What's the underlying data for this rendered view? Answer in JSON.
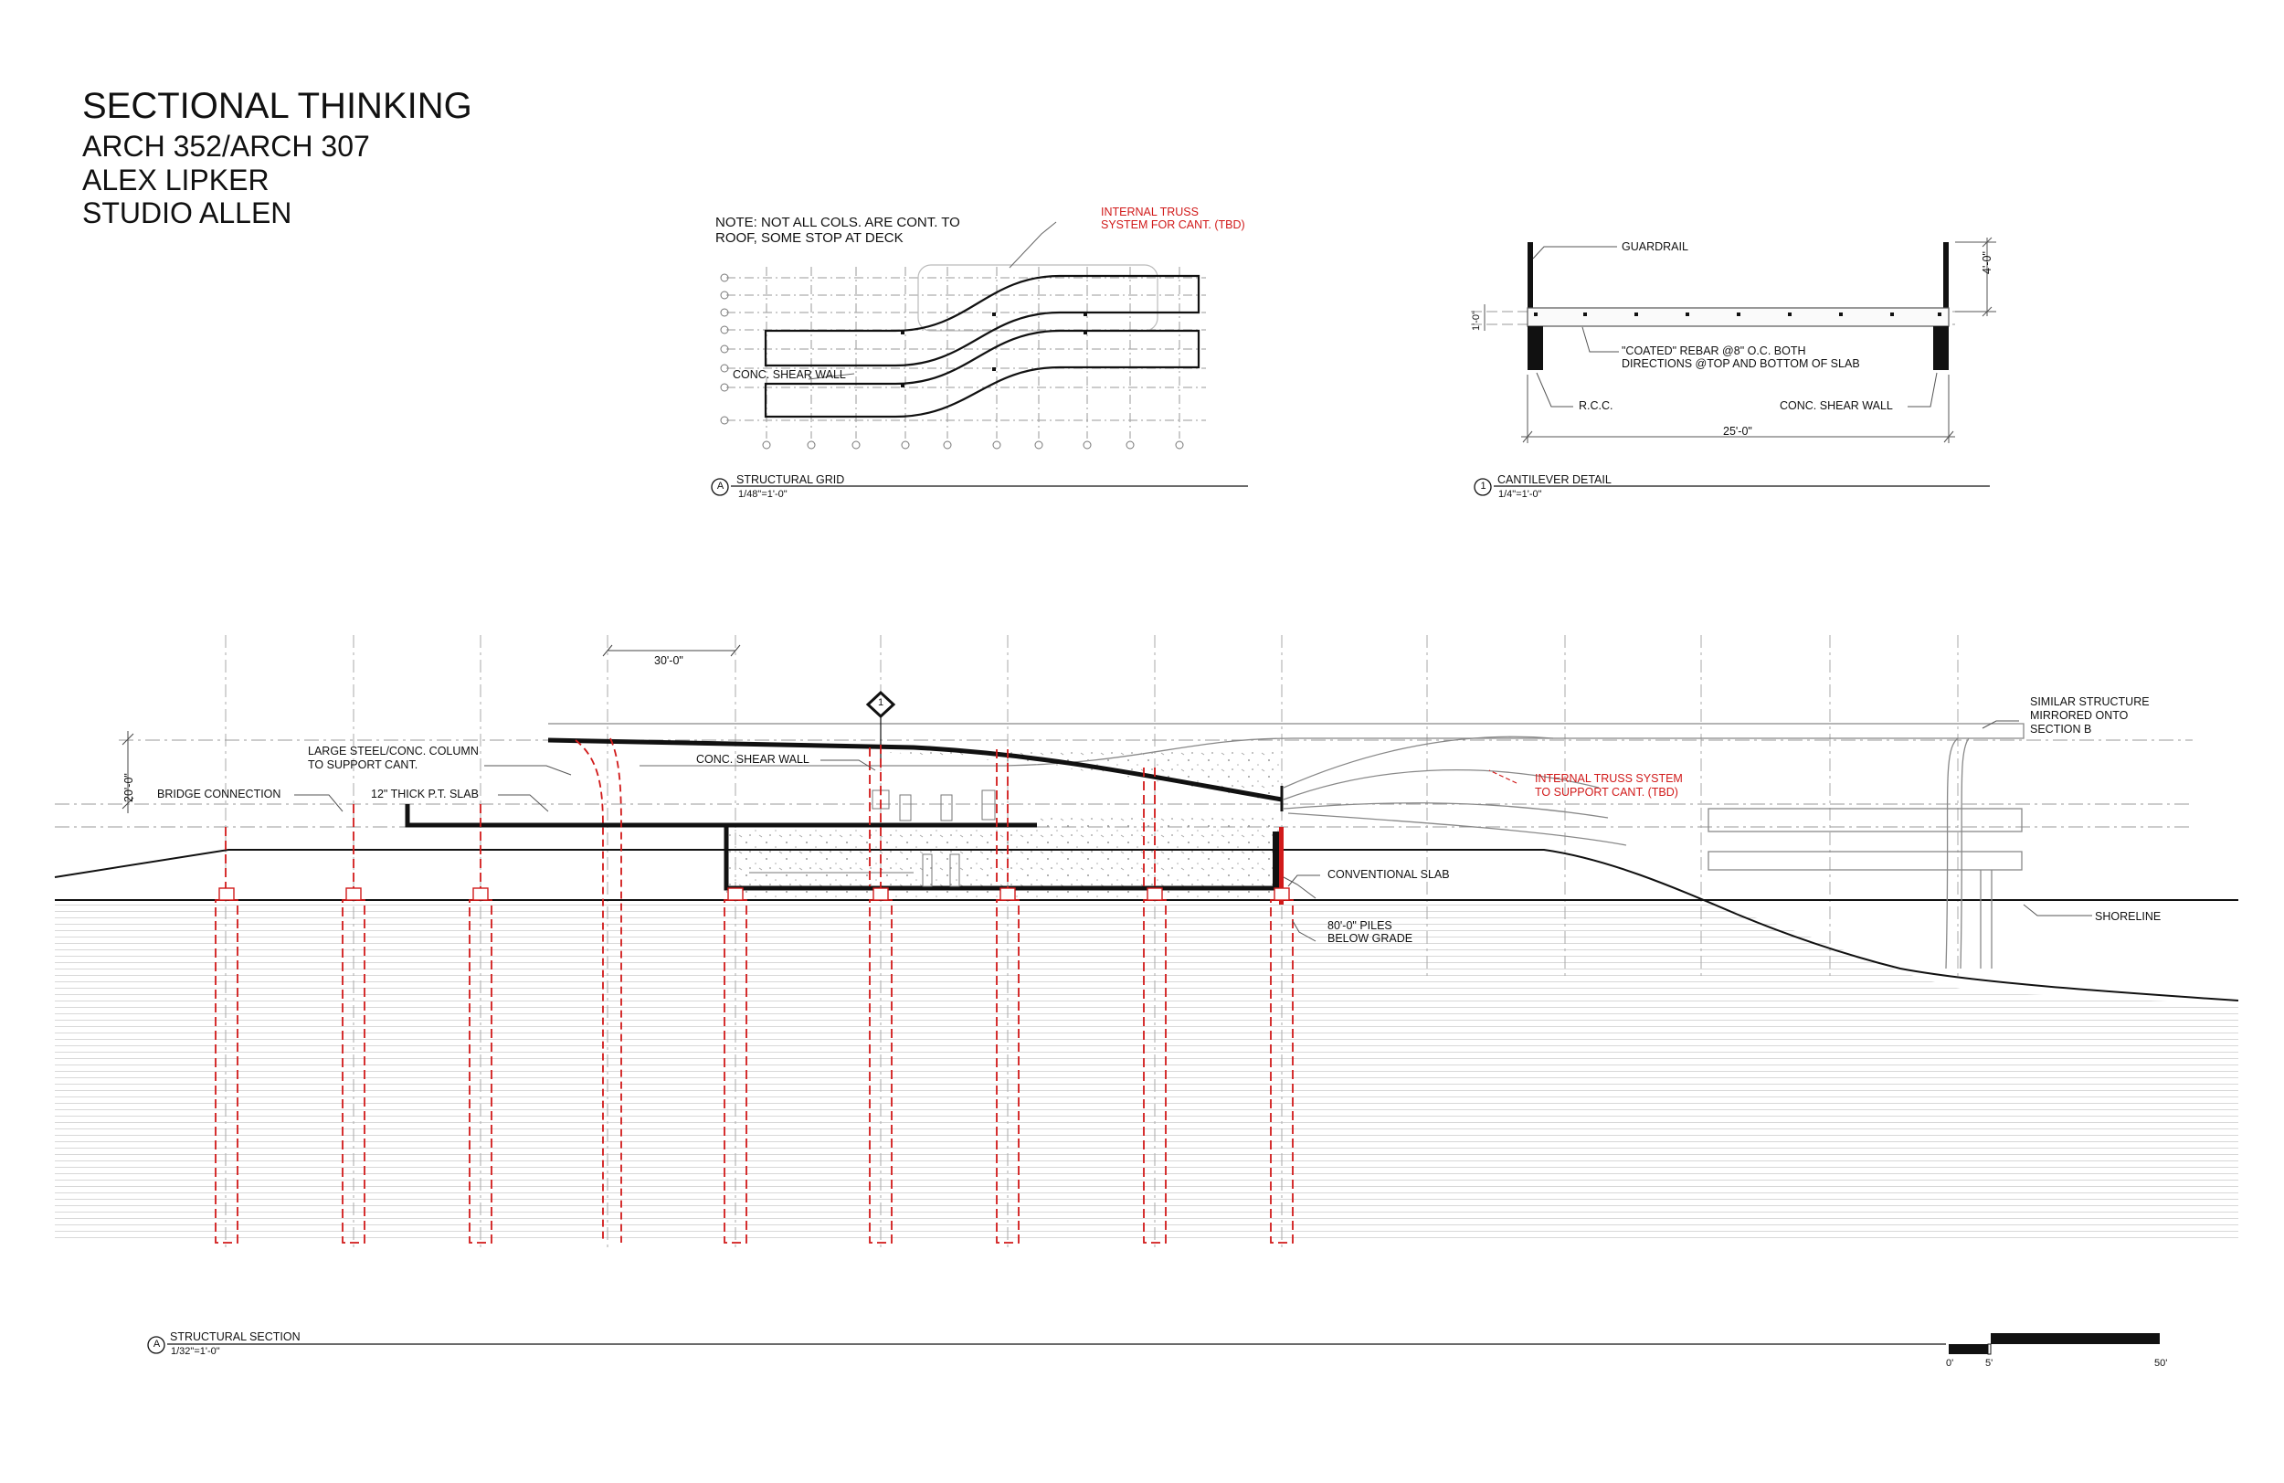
{
  "sheet": {
    "title": "SECTIONAL THINKING",
    "course": "ARCH 352/ARCH 307",
    "author": "ALEX LIPKER",
    "studio": "STUDIO ALLEN"
  },
  "structural_grid": {
    "note_line1": "NOTE: NOT ALL COLS. ARE CONT. TO",
    "note_line2": "ROOF, SOME STOP AT DECK",
    "truss_line1": "INTERNAL TRUSS",
    "truss_line2": "SYSTEM FOR CANT. (TBD)",
    "shear_wall": "CONC. SHEAR WALL",
    "marker": "A",
    "caption": "STRUCTURAL GRID",
    "scale": "1/48\"=1'-0\""
  },
  "cantilever_detail": {
    "guardrail": "GUARDRAIL",
    "rebar_line1": "\"COATED\" REBAR @8\" O.C. BOTH",
    "rebar_line2": "DIRECTIONS @TOP AND BOTTOM OF SLAB",
    "rcc": "R.C.C.",
    "shear_wall": "CONC. SHEAR WALL",
    "width_dim": "25'-0\"",
    "height_dim": "4'-0\"",
    "slab_dim": "1'-0\"",
    "marker": "1",
    "caption": "CANTILEVER DETAIL",
    "scale": "1/4\"=1'-0\""
  },
  "structural_section": {
    "spacing_dim": "30'-0\"",
    "height_dim": "20'-0\"",
    "detail_marker": "1",
    "column_line1": "LARGE STEEL/CONC. COLUMN",
    "column_line2": "TO SUPPORT CANT.",
    "bridge": "BRIDGE CONNECTION",
    "slab": "12\" THICK P.T. SLAB",
    "shear_wall": "CONC. SHEAR WALL",
    "truss_line1": "INTERNAL TRUSS SYSTEM",
    "truss_line2": "TO SUPPORT CANT. (TBD)",
    "similar_line1": "SIMILAR STRUCTURE",
    "similar_line2": "MIRRORED ONTO",
    "similar_line3": "SECTION B",
    "conventional_slab": "CONVENTIONAL SLAB",
    "shoreline": "SHORELINE",
    "piles_line1": "80'-0\" PILES",
    "piles_line2": "BELOW GRADE",
    "marker": "A",
    "caption": "STRUCTURAL SECTION",
    "scale": "1/32\"=1'-0\""
  },
  "scale_bar": {
    "tick_0": "0'",
    "tick_5": "5'",
    "tick_50": "50'"
  },
  "colors": {
    "line": "#111111",
    "red_annotation": "#d11a1a",
    "grid_gray": "#9a9a9a"
  }
}
